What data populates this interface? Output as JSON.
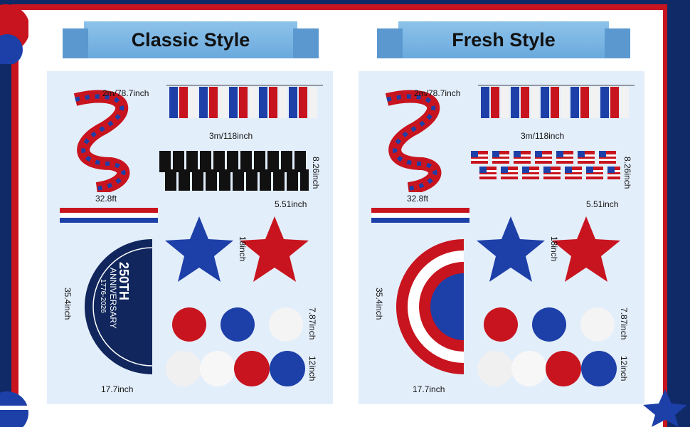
{
  "left": {
    "title": "Classic Style",
    "labels": {
      "garland_len": "2m/78.7inch",
      "tassel_len": "3m/118inch",
      "card_h": "8.26inch",
      "card_w": "5.51inch",
      "ribbon_len": "32.8ft",
      "star_size": "18inch",
      "fan_h": "35.4inch",
      "fan_w": "17.7inch",
      "pom_size": "7.87inch",
      "balloon_size": "12inch"
    },
    "banner_text": {
      "main": "250TH",
      "sub": "ANNIVERSARY",
      "years": "1776-2026"
    }
  },
  "right": {
    "title": "Fresh Style",
    "labels": {
      "garland_len": "2m/78.7inch",
      "tassel_len": "3m/118inch",
      "card_h": "8.26inch",
      "card_w": "5.51inch",
      "ribbon_len": "32.8ft",
      "star_size": "18inch",
      "fan_h": "35.4inch",
      "fan_w": "17.7inch",
      "pom_size": "7.87inch",
      "balloon_size": "12inch"
    }
  },
  "colors": {
    "red": "#d21f2a",
    "blue": "#1d3fa8",
    "white": "#ffffff",
    "navy": "#10265c"
  }
}
